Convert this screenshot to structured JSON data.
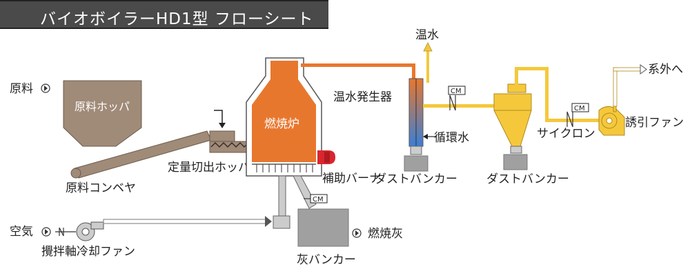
{
  "title": "バイオボイラーHD1型 フローシート",
  "labels": {
    "raw_material": "原料",
    "raw_hopper": "原料ホッパ",
    "raw_conveyor": "原料コンベヤ",
    "metering_hopper": "定量切出ホッパ",
    "furnace": "燃焼炉",
    "aux_burner": "補助バーナ",
    "air": "空気",
    "agitator_fan": "攪拌軸冷却ファン",
    "ash_bunker": "灰バンカー",
    "ash": "燃焼灰",
    "hot_water": "温水",
    "water_heater": "温水発生器",
    "circulating_water": "循環水",
    "dust_bunker_1": "ダストバンカー",
    "dust_bunker_2": "ダストバンカー",
    "cyclone": "サイクロン",
    "induced_fan": "誘引ファン",
    "to_outside": "系外へ",
    "cm_1": "CM",
    "cm_2": "CM",
    "cm_3": "CM"
  },
  "colors": {
    "furnace": "#e8772e",
    "hopper": "#a08a78",
    "cyclone": "#f5c83c",
    "gas_line": "#f5c83c",
    "hot_gas_line": "#e8772e",
    "bunker": "#a0a0a0",
    "burner": "#d9262e",
    "heater_blue": "#3a7fd6"
  }
}
